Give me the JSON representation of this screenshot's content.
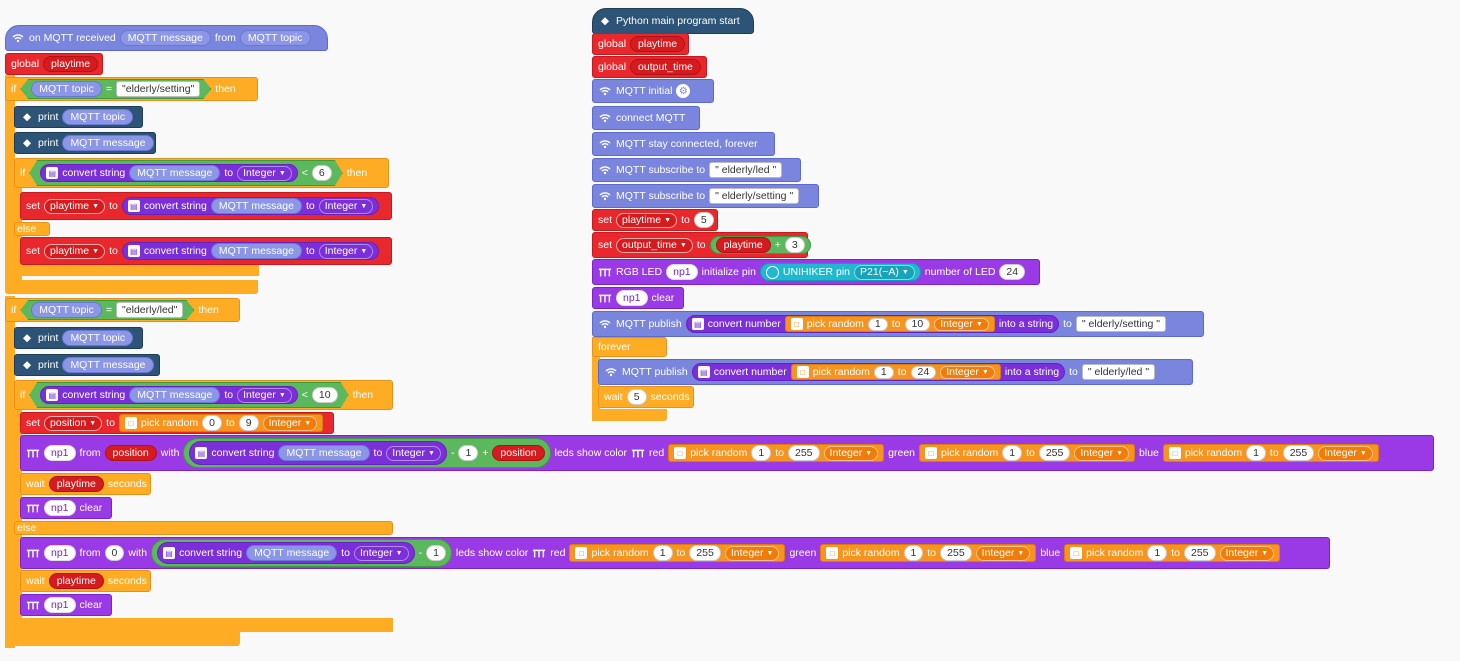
{
  "blocks": {
    "on_received": "on MQTT received",
    "mqtt_message": "MQTT message",
    "from": "from",
    "mqtt_topic": "MQTT topic",
    "global": "global",
    "playtime": "playtime",
    "output_time": "output_time",
    "if": "if",
    "then": "then",
    "else": "else",
    "eq": "=",
    "lt": "<",
    "minus": "-",
    "plus": "+",
    "topic_setting": "\"elderly/setting\"",
    "topic_led": "\"elderly/led\"",
    "print": "print",
    "convert_string": "convert string",
    "to": "to",
    "integer": "Integer",
    "set": "set",
    "position": "position",
    "pick_random": "pick random",
    "with": "with",
    "leds_show_color": "leds show color",
    "red": "red",
    "green": "green",
    "blue": "blue",
    "wait": "wait",
    "seconds": "seconds",
    "np1": "np1",
    "clear": "clear",
    "python_start": "Python main program start",
    "mqtt_initial": "MQTT initial",
    "connect_mqtt": "connect MQTT",
    "stay_connected": "MQTT stay connected, forever",
    "subscribe_to": "MQTT subscribe to",
    "sub_led": "\" elderly/led \"",
    "sub_setting": "\" elderly/setting \"",
    "rgb_led": "RGB LED",
    "initialize_pin": "initialize pin",
    "unihiker_pin": "UNIHIKER pin",
    "pin_value": "P21(~A)",
    "number_of_led": "number of LED",
    "mqtt_publish": "MQTT publish",
    "convert_number": "convert number",
    "into_string": "into a string",
    "pub_setting": "\" elderly/setting \"",
    "pub_led": "\" elderly/led \"",
    "forever": "forever",
    "mqtt_label": "MQTT"
  },
  "values": {
    "n0": "0",
    "n1": "1",
    "n3": "3",
    "n5": "5",
    "n6": "6",
    "n9": "9",
    "n10": "10",
    "n24": "24",
    "n255": "255"
  },
  "colors": {
    "mqtt": "#7a86dd",
    "python": "#2d5476",
    "variable": "#e8282d",
    "control": "#ffac25",
    "led": "#9a39e6",
    "math": "#5cb85c",
    "random": "#f98a1a",
    "unihiker": "#1fb9cf"
  }
}
